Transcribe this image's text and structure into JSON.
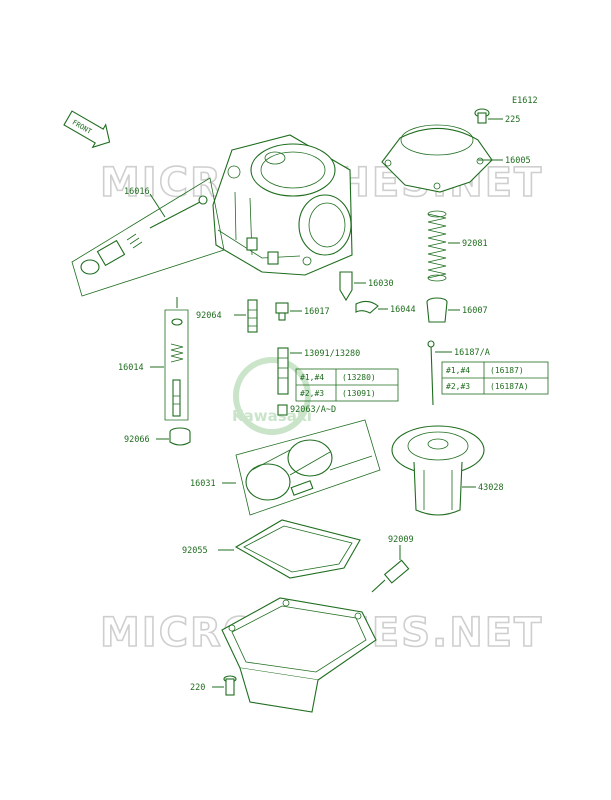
{
  "diagram_code": "E1612",
  "front_label": "FRONT",
  "watermark": "MICROFICHES.NET",
  "logo_text": "Kawasaki",
  "parts": {
    "p225": "225",
    "p16005": "16005",
    "p16016": "16016",
    "p92081": "92081",
    "p16030": "16030",
    "p92064": "92064",
    "p16017": "16017",
    "p16044": "16044",
    "p16007": "16007",
    "p16014": "16014",
    "p13091_13280": "13091/13280",
    "p16187A": "16187/A",
    "p92063": "92063/A~D",
    "p92066": "92066",
    "p16031": "16031",
    "p43028": "43028",
    "p92055": "92055",
    "p92009": "92009",
    "p220": "220"
  },
  "jet_table": {
    "rows": [
      {
        "cyl": "#1,#4",
        "part": "(13280)"
      },
      {
        "cyl": "#2,#3",
        "part": "(13091)"
      }
    ]
  },
  "needle_table": {
    "rows": [
      {
        "cyl": "#1,#4",
        "part": "(16187)"
      },
      {
        "cyl": "#2,#3",
        "part": "(16187A)"
      }
    ]
  }
}
